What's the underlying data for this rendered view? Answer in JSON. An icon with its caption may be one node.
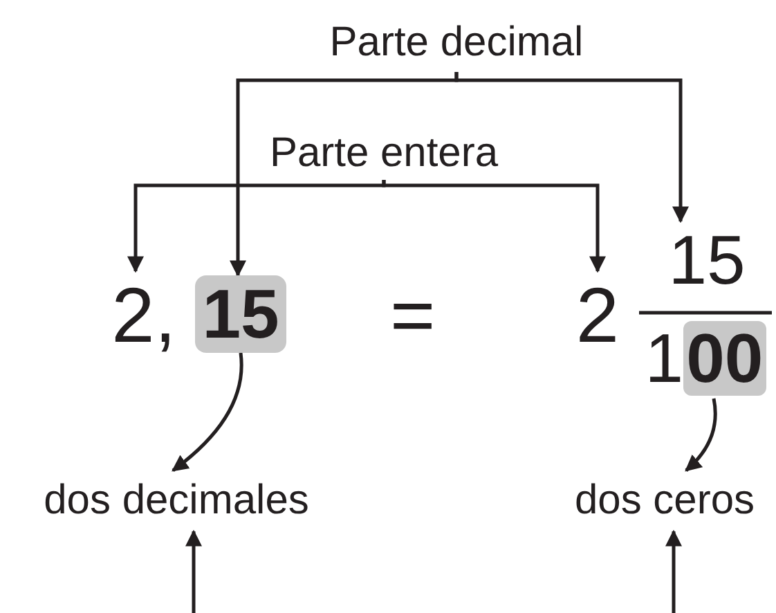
{
  "diagram": {
    "nodes": [
      {
        "text": [
          "Parte decimal"
        ]
      },
      {
        "text": [
          "Parte entera"
        ]
      },
      {
        "text": [
          "2,"
        ]
      },
      {
        "text": [
          "15"
        ]
      },
      {
        "text": [
          "2"
        ]
      },
      {
        "text": [
          "15"
        ]
      },
      {
        "text": [
          "1**00**"
        ]
      },
      {
        "text": [
          "dos decimales"
        ]
      },
      {
        "text": [
          "dos ceros"
        ]
      }
    ],
    "edges": [
      {
        "from": 0,
        "to": 3,
        "arrow": "to"
      },
      {
        "from": 0,
        "to": 5,
        "arrow": "to"
      },
      {
        "from": 1,
        "to": 2,
        "arrow": "to"
      },
      {
        "from": 1,
        "to": 4,
        "arrow": "to"
      },
      {
        "from": 3,
        "to": 7,
        "arrow": "to"
      },
      {
        "from": 6,
        "to": 8,
        "arrow": "to"
      },
      {
        "from": null,
        "to": 7,
        "arrow": "to"
      },
      {
        "from": null,
        "to": 8,
        "arrow": "to"
      }
    ],
    "labels": [
      "="
    ]
  }
}
